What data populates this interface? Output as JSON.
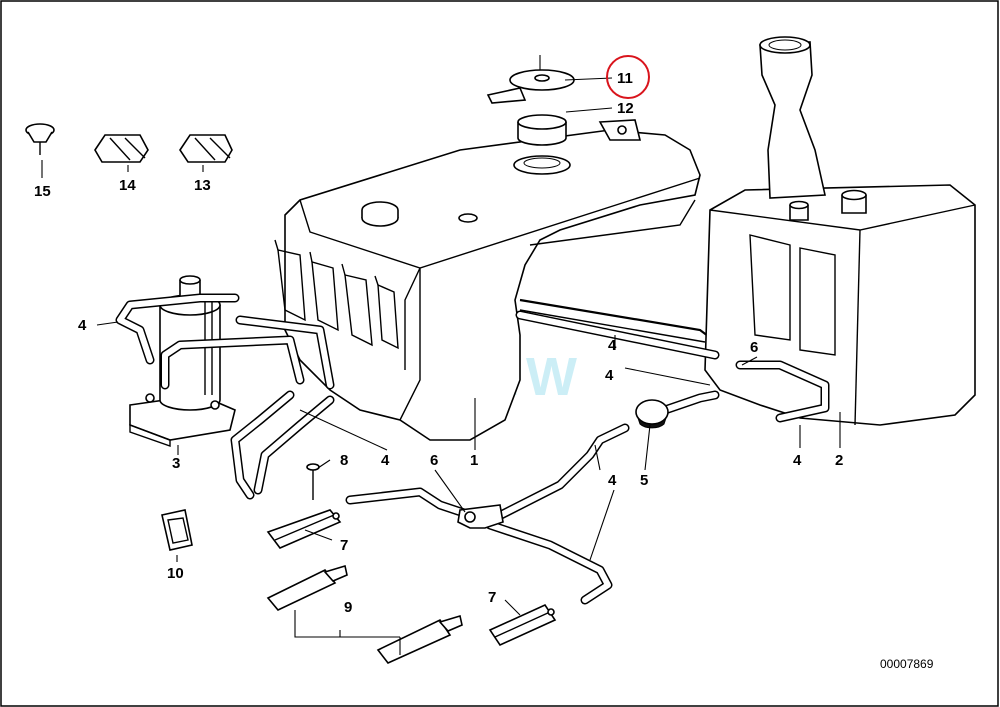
{
  "diagram": {
    "watermark": "BMW",
    "document_number": "00007869",
    "highlight_color": "#d9141c",
    "watermark_color": "#6fd0e8",
    "highlighted_callout": "11",
    "callouts": {
      "c1": "1",
      "c2": "2",
      "c3": "3",
      "c4a": "4",
      "c4b": "4",
      "c4c": "4",
      "c4d": "4",
      "c4e": "4",
      "c4f": "4",
      "c5": "5",
      "c6a": "6",
      "c6b": "6",
      "c7a": "7",
      "c7b": "7",
      "c8": "8",
      "c9": "9",
      "c10": "10",
      "c11": "11",
      "c12": "12",
      "c13": "13",
      "c14": "14",
      "c15": "15"
    }
  }
}
